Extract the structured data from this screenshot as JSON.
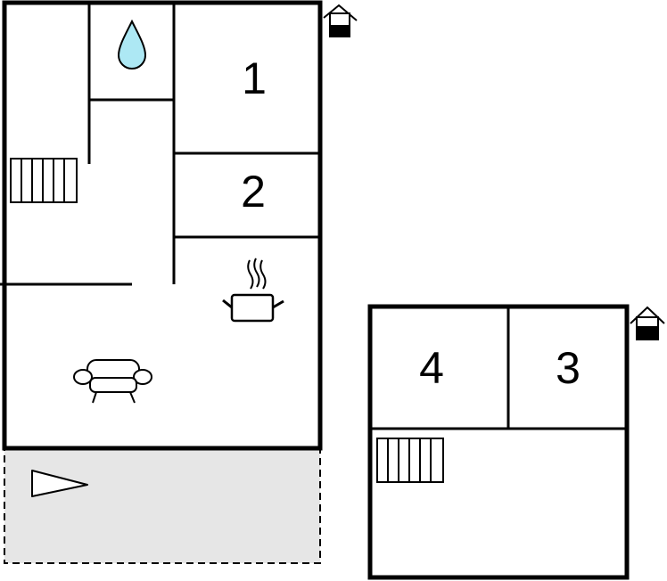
{
  "floor_plan": {
    "main_building": {
      "rooms": [
        {
          "id": "room-1",
          "label": "1"
        },
        {
          "id": "room-2",
          "label": "2"
        }
      ],
      "fixtures": [
        "water-drop-icon",
        "stairs-icon",
        "cooking-pot-icon",
        "sofa-icon"
      ],
      "entrance_icon": "house-entrance-icon"
    },
    "terrace": {
      "fill_color": "#e6e6e6",
      "border_style": "dashed",
      "fixture": "triangle-marker-icon"
    },
    "annex_building": {
      "rooms": [
        {
          "id": "room-4",
          "label": "4"
        },
        {
          "id": "room-3",
          "label": "3"
        }
      ],
      "fixtures": [
        "stairs-icon"
      ],
      "entrance_icon": "house-entrance-icon"
    },
    "colors": {
      "wall": "#000000",
      "water": "#ade8f4",
      "background": "#ffffff"
    }
  }
}
